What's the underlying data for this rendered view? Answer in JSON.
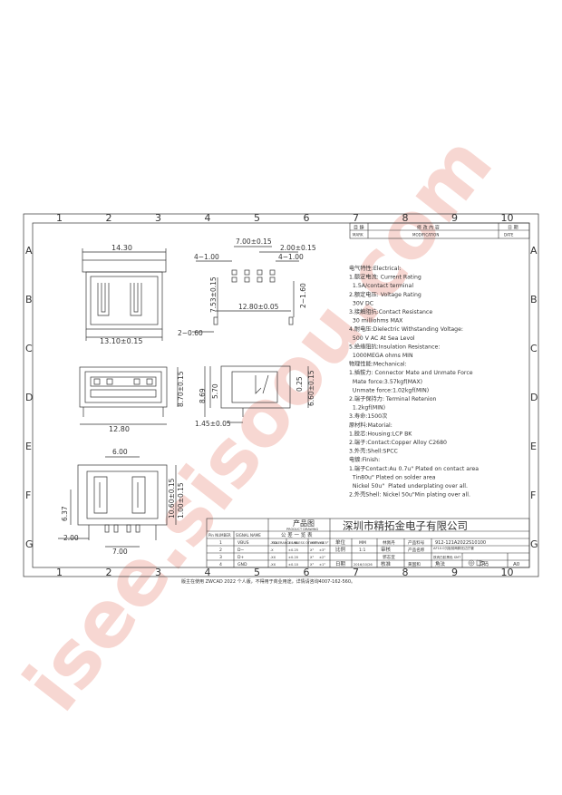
{
  "watermark": {
    "text": "isee.sisoou.com",
    "color": "#f2b8ae"
  },
  "grid": {
    "cols": [
      "1",
      "2",
      "3",
      "4",
      "5",
      "6",
      "7",
      "8",
      "9",
      "10"
    ],
    "rows": [
      "A",
      "B",
      "C",
      "D",
      "E",
      "F",
      "G"
    ]
  },
  "revision_block": {
    "headers": [
      "目 錄",
      "修 改 內 容",
      "日 期"
    ],
    "subheaders": [
      "MARK",
      "MODIFICATION",
      "DATE"
    ]
  },
  "dims": {
    "top_width": "14.30",
    "top_bottom": "13.10±0.15",
    "front_width": "12.80",
    "front_height": "8.70±0.15",
    "side_h1": "8.69",
    "side_h2": "5.70",
    "side_offset": "1.45±0.05",
    "side_t1": "0.25",
    "side_t2": "6.60±0.15",
    "pcb_pitch_outer": "7.00±0.15",
    "pcb_pitch": "2.00±0.15",
    "pcb_hole1": "4−1.00",
    "pcb_hole2": "4−1.00",
    "pcb_v": "7.53±0.15",
    "pcb_span": "12.80±0.05",
    "pcb_slot": "2−1.60",
    "pcb_peg": "2−0.60",
    "bot_w": "6.00",
    "bot_h1": "6.37",
    "bot_h2": "10.60±0.15",
    "bot_h3": "1.00±0.15",
    "bot_left": "2.00",
    "bot_pitch": "7.00"
  },
  "notes": [
    "电气特性:Electrical:",
    "1.额定电流: Current Rating",
    "  1.5A/contact terminal",
    "2.额定电压: Voltage Rating",
    "  30V DC",
    "3.接触阻抗:Contact Resistance",
    "  30 milliohms MAX",
    "4.耐电压:Dielectric Withstanding Voltage:",
    "  500 V AC At Sea Levol",
    "5.绝缘阻抗:Insulation Resistance:",
    "  1000MEGA ohms MIN",
    "物理性能:Mechanical:",
    "1.插拔力: Connector Mate and Unmate Force",
    "  Mate force:3.57kgf(MAX)",
    "  Unmate force:1.02kgf(MIN)",
    "2.端子保持力: Terminal Retenion",
    "  1.2kgf(MIN)",
    "3.寿命:1500次",
    "原材料:Matorial:",
    "1.胶芯:Housing:LCP BK",
    "2.端子:Contact:Copper Alloy C2680",
    "3.外壳:Shell:SPCC",
    "电镀:Finish:",
    "1.端子Contact:Au 0.7u\" Plated on contact area",
    "  Tin80u\" Plated on solder area",
    "  Nickel 50u\"  Plated underplating over all.",
    "2.外壳Shell: Nickel 50u\"Min plating over all."
  ],
  "title_block": {
    "product_label": "产品图",
    "product_sub": "PRODUCT DRAWING",
    "company": "深圳市精拓金电子有限公司",
    "tolerance_label": "公 差 一 览 表",
    "tolerance_sub": "TOLERANCE UNLESS OTHERWISE",
    "pin_header": [
      "Pin NUMBER",
      "SIGNAL NAME"
    ],
    "pins": [
      {
        "n": "1",
        "s": "VBUS"
      },
      {
        "n": "2",
        "s": "D−"
      },
      {
        "n": "3",
        "s": "D+"
      },
      {
        "n": "4",
        "s": "GND"
      }
    ],
    "tol_rows": [
      [
        ".X",
        "±0.25",
        "X°",
        "±3°"
      ],
      [
        ".XX",
        "±0.20",
        "X°",
        "±2°"
      ],
      [
        ".XX",
        "±0.10",
        "X°",
        "±1°"
      ],
      [
        ".XXX",
        "±0.05",
        ".XX°",
        "±0.5°"
      ]
    ],
    "unit_label": "单位",
    "unit_val": "MM",
    "scale_label": "比例",
    "scale_val": "1:1",
    "date_label": "日期",
    "date_val": "2016/10/26",
    "draw_label": "林佩丹",
    "check_label": "审核",
    "check_val": "郭志宣",
    "approve_label": "核准",
    "approve_val": "黄国和",
    "part_no_label": "产品料号",
    "part_no": "912-121A2022S10100",
    "name_label": "产品名称",
    "name_val": "AF10.0沉板前两脚无边方管",
    "name_val2": "铁壳白胶黑色 SMT",
    "view_label": "角法",
    "page_label": "页码",
    "size_val": "A0"
  },
  "footer": "版主在使用 ZWCAD 2022 个人版，不得用于商业用途，详情请咨询4007-162-560。"
}
